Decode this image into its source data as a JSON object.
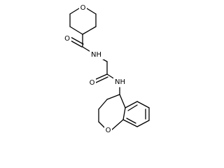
{
  "molecule": {
    "labels": {
      "ring_oxygen_top": "O",
      "amide_nh_top": "NH",
      "carbonyl_o_top": "O",
      "carbonyl_o_mid": "O",
      "amide_nh_mid": "NH",
      "ring_oxygen_bottom": "O"
    }
  }
}
